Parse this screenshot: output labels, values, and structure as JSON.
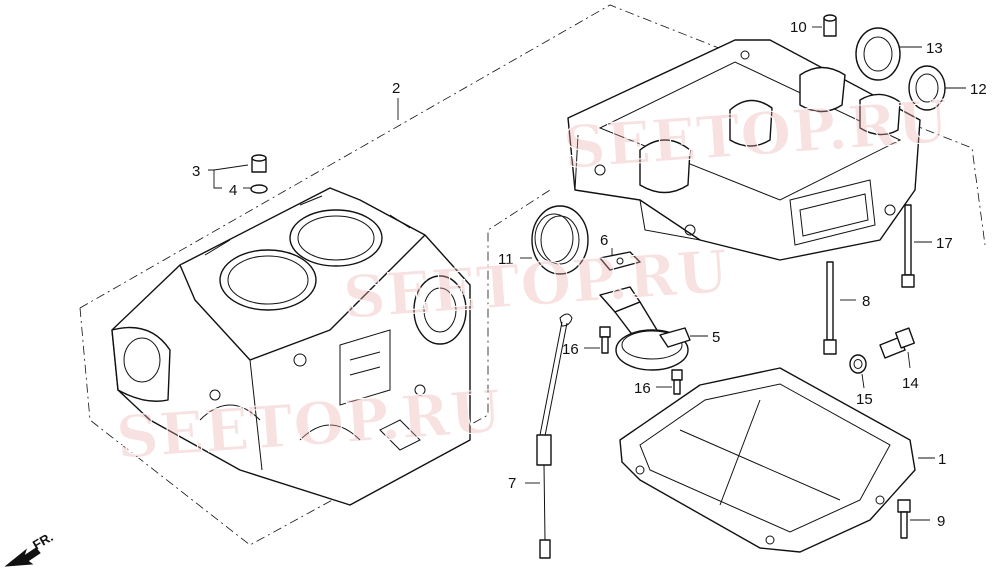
{
  "diagram": {
    "watermark": "SEETOP.RU",
    "direction_label": "FR.",
    "callouts": [
      "1",
      "2",
      "3",
      "4",
      "5",
      "6",
      "7",
      "8",
      "9",
      "10",
      "11",
      "12",
      "13",
      "14",
      "15",
      "16",
      "16",
      "17"
    ]
  }
}
